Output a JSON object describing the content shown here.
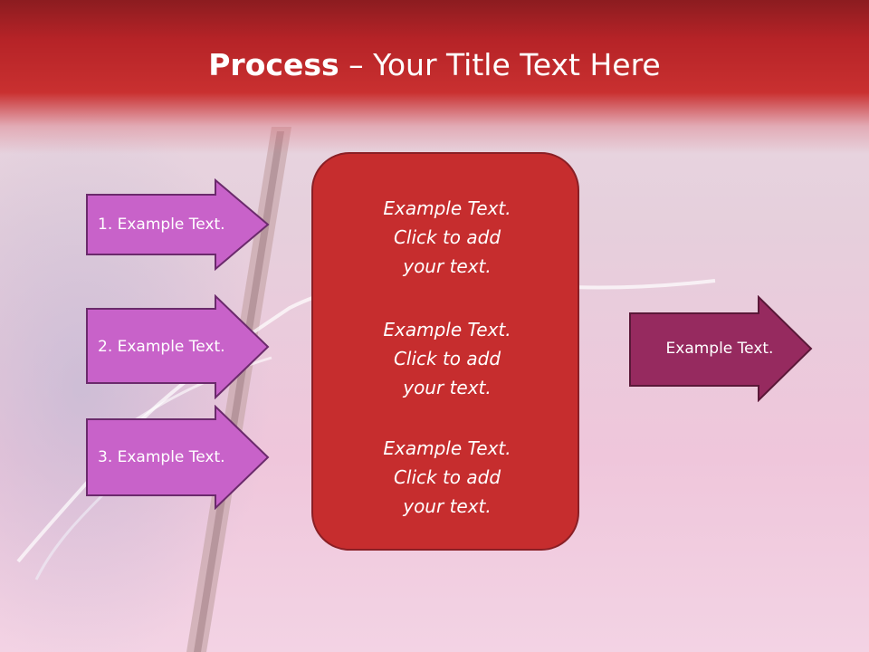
{
  "title": {
    "bold": "Process",
    "rest": " – Your Title Text Here"
  },
  "left_arrows": [
    {
      "label": "1. Example Text."
    },
    {
      "label": "2. Example Text."
    },
    {
      "label": "3. Example Text."
    }
  ],
  "center_box": {
    "paragraphs": [
      {
        "line1": "Example Text.",
        "line2": "Click  to add",
        "line3": "your text."
      },
      {
        "line1": "Example Text.",
        "line2": "Click  to add",
        "line3": "your text."
      },
      {
        "line1": "Example Text.",
        "line2": "Click  to add",
        "line3": "your text."
      }
    ]
  },
  "right_arrow": {
    "label": "Example Text."
  },
  "colors": {
    "header": "#b52327",
    "left_arrow_fill": "#c862c9",
    "left_arrow_border": "#6b2a6c",
    "center_box_fill": "#c62d2e",
    "right_arrow_fill": "#962a5f"
  }
}
